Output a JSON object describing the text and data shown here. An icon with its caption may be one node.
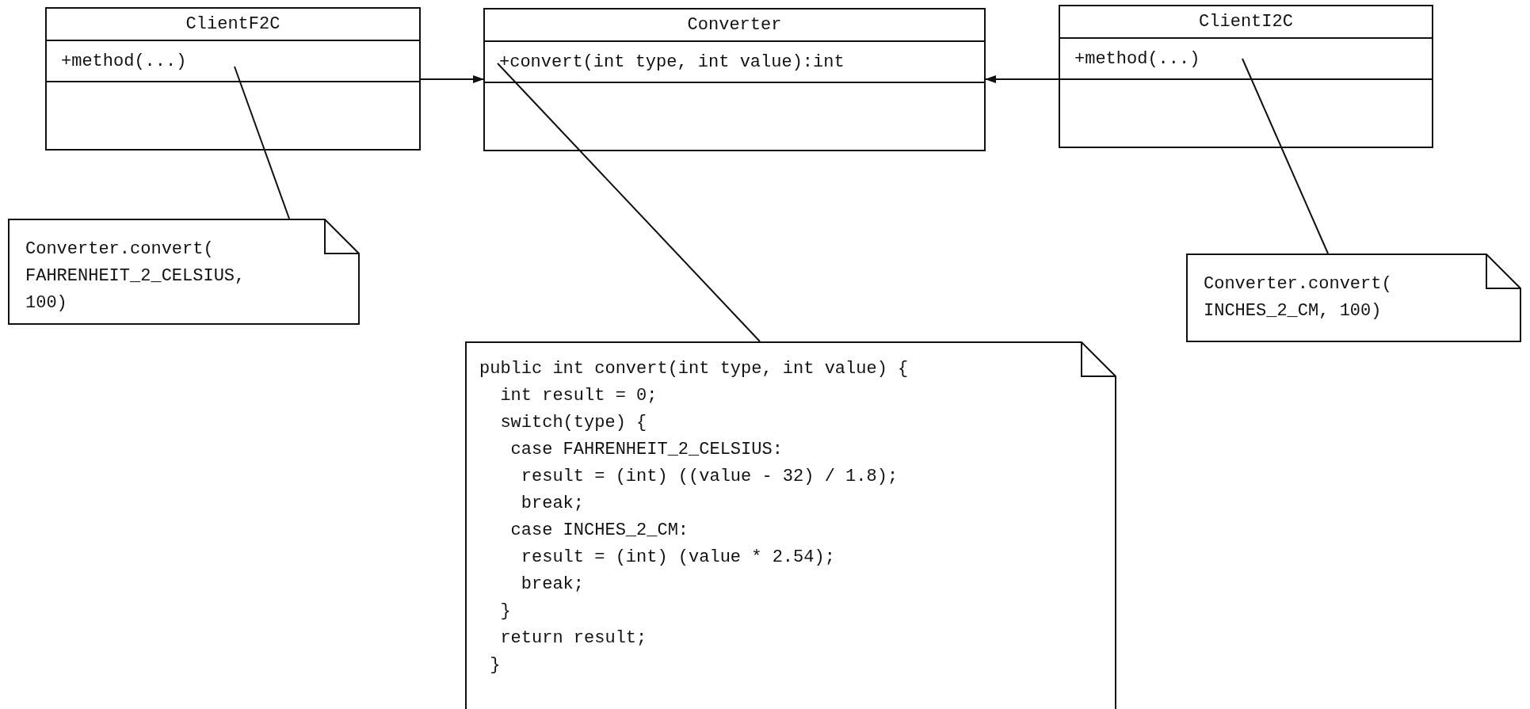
{
  "diagram": {
    "nodes": [
      {
        "text": [
          "ClientF2C",
          "+method(...)"
        ]
      },
      {
        "text": [
          "Converter",
          "+convert(int type, int value):int"
        ]
      },
      {
        "text": [
          "ClientI2C",
          "+method(...)"
        ]
      },
      {
        "text": [
          "Converter.convert( FAHRENHEIT_2_CELSIUS, 100)"
        ]
      },
      {
        "text": [
          "public int convert(int type, int value) {",
          "  int result = 0;",
          "  switch(type) {",
          "   case FAHRENHEIT_2_CELSIUS:",
          "    result = (int) ((value - 32) / 1.8);",
          "    break;",
          "   case INCHES_2_CM:",
          "    result = (int) (value * 2.54);",
          "    break;",
          "  }",
          "  return result;",
          " }"
        ]
      },
      {
        "text": [
          "Converter.convert( INCHES_2_CM, 100)"
        ]
      }
    ],
    "edges": [
      {
        "from": 0,
        "to": 1,
        "arrow": "to"
      },
      {
        "from": 2,
        "to": 1,
        "arrow": "to"
      },
      {
        "from": 3,
        "to": 0,
        "arrow": "none"
      },
      {
        "from": 4,
        "to": 1,
        "arrow": "none"
      },
      {
        "from": 5,
        "to": 2,
        "arrow": "none"
      }
    ]
  }
}
